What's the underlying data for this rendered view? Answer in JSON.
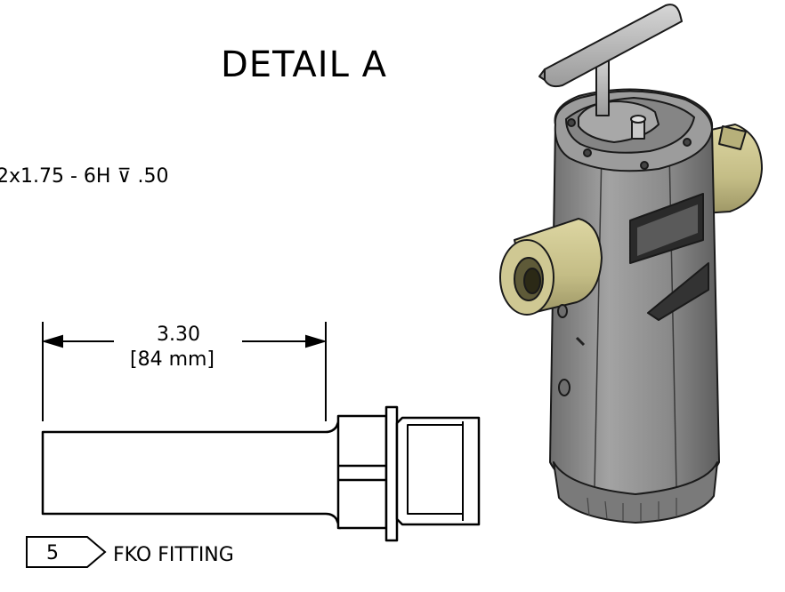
{
  "detail": {
    "title": "DETAIL  A"
  },
  "thread_callout": {
    "text": "2x1.75 - 6H ⊽ .50"
  },
  "dimension": {
    "value": "3.30",
    "metric": "[84 mm]"
  },
  "part_callout": {
    "number": "5",
    "name": "FKO FITTING"
  },
  "colors": {
    "valve_body": "#8d8d8d",
    "brass_port": "#c9c28c",
    "handle": "#b8b8b8",
    "line": "#000000"
  }
}
